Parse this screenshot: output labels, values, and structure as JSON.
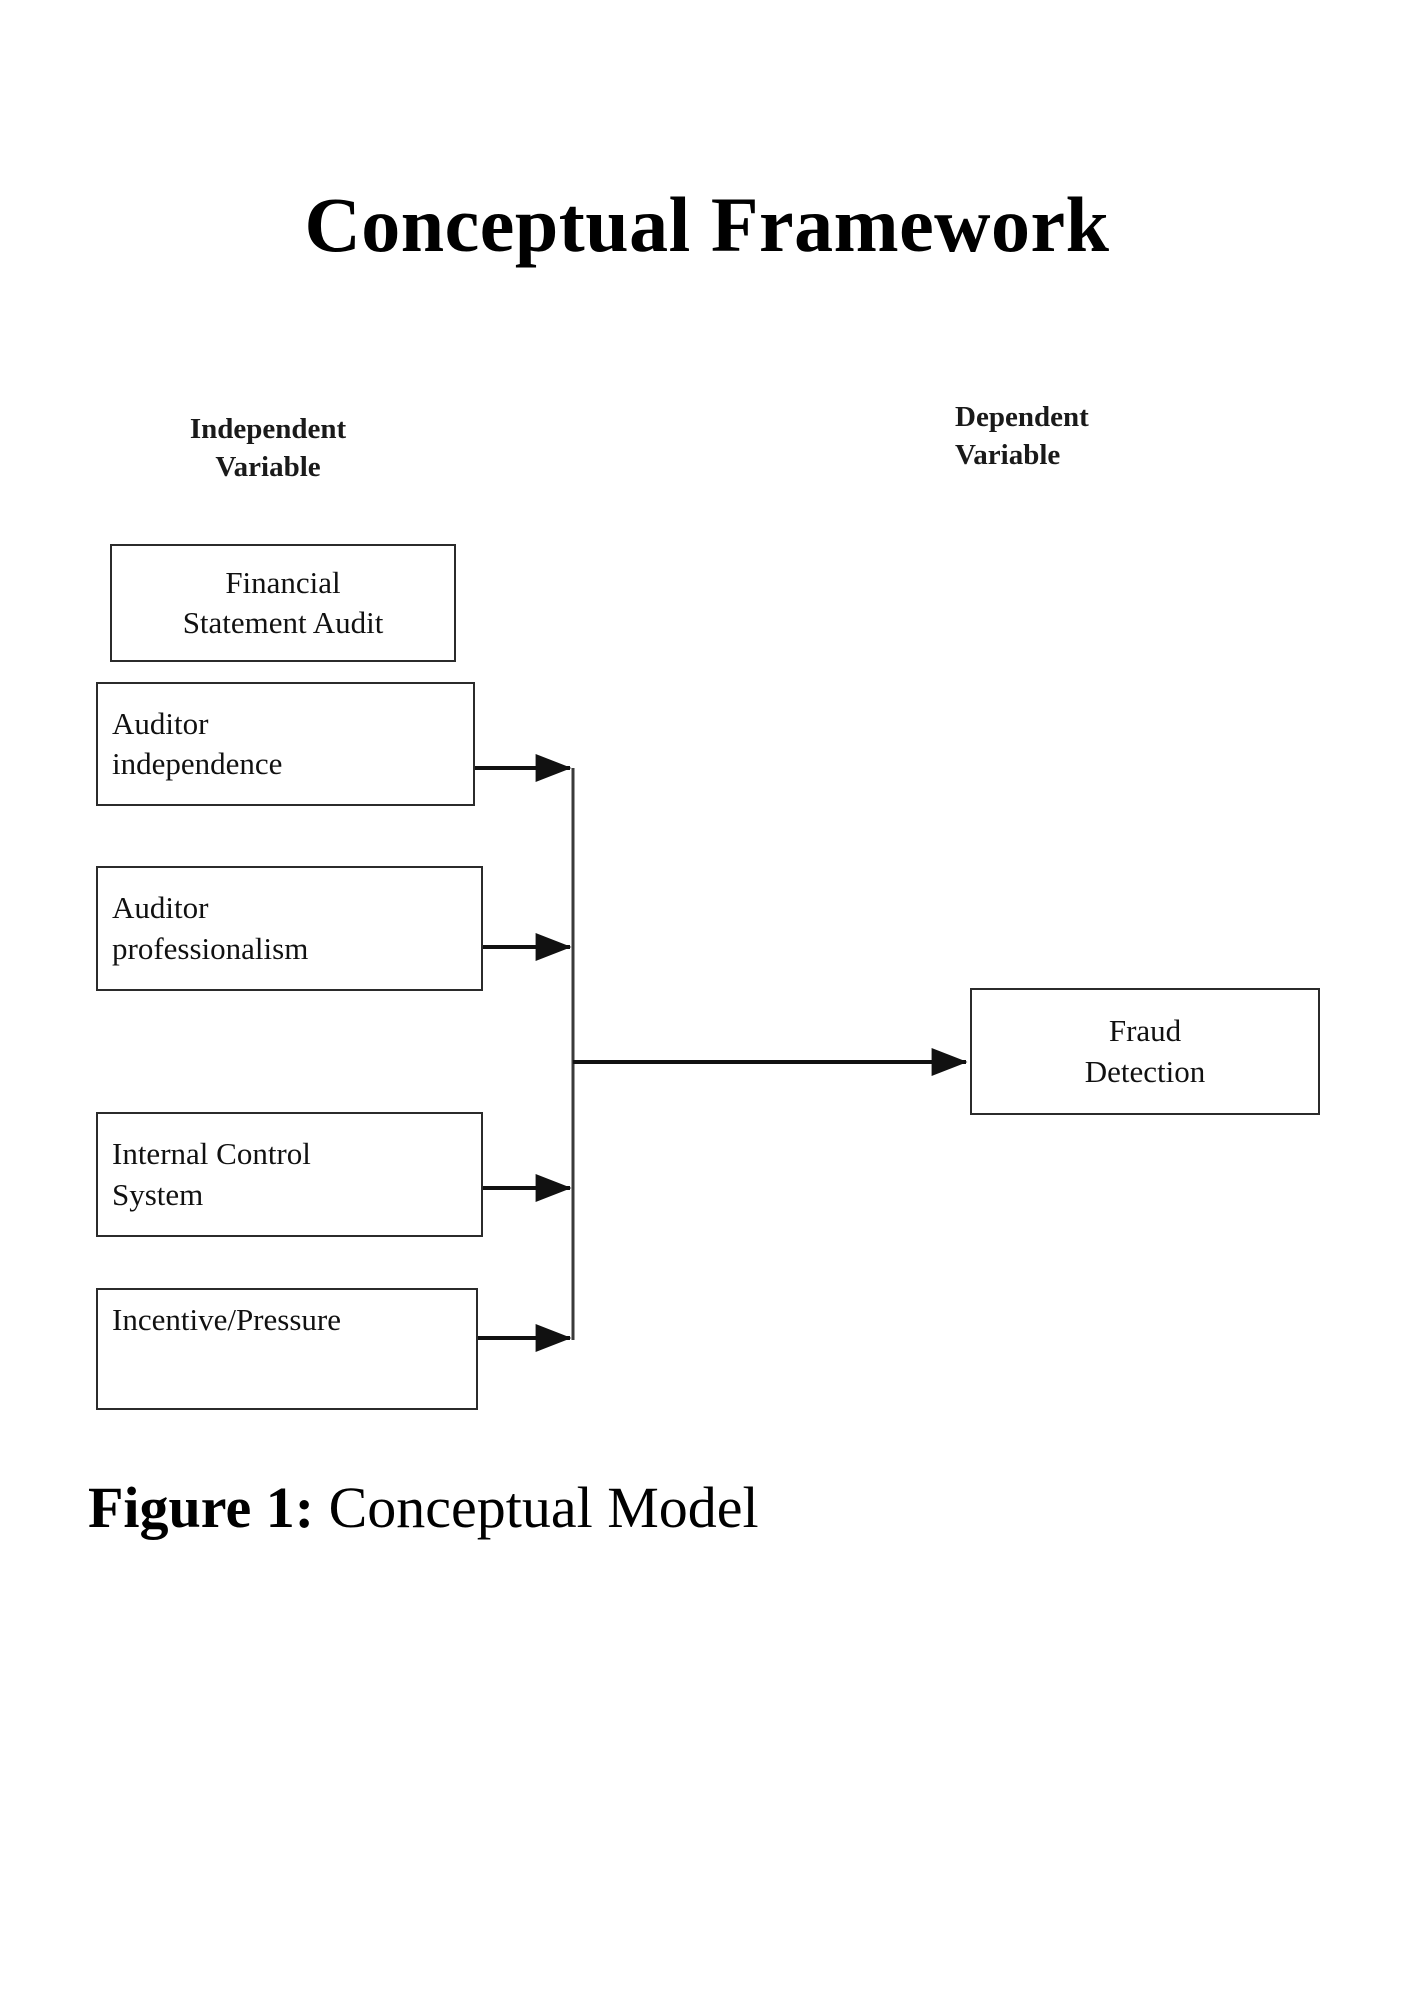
{
  "document": {
    "title": "Conceptual Framework"
  },
  "headings": {
    "independent": "Independent\nVariable",
    "independent_line1": "Independent",
    "independent_line2": "Variable",
    "dependent_line1": "Dependent",
    "dependent_line2": "Variable"
  },
  "diagram": {
    "independent_variables": [
      {
        "id": "financial-statement-audit",
        "label": "Financial\nStatement Audit",
        "align": "center",
        "has_arrow": false
      },
      {
        "id": "auditor-independence",
        "label": "Auditor\nindependence",
        "align": "left",
        "has_arrow": true
      },
      {
        "id": "auditor-professionalism",
        "label": "Auditor\nprofessionalism",
        "align": "left",
        "has_arrow": true
      },
      {
        "id": "internal-control-system",
        "label": "Internal Control\nSystem",
        "align": "left",
        "has_arrow": true
      },
      {
        "id": "incentive-pressure",
        "label": "Incentive/Pressure",
        "align": "left",
        "has_arrow": true
      }
    ],
    "dependent_variable": {
      "id": "fraud-detection",
      "label": "Fraud\nDetection",
      "align": "center"
    },
    "box_labels": {
      "financial_statement_audit": "Financial Statement Audit",
      "auditor_independence": "Auditor independence",
      "auditor_professionalism": "Auditor professionalism",
      "internal_control_system": "Internal Control System",
      "incentive_pressure": "Incentive/Pressure",
      "fraud_detection": "Fraud Detection"
    },
    "colors": {
      "box_border": "#2b2b2b",
      "connector": "#1a1a1a",
      "text": "#111111",
      "background": "#ffffff"
    },
    "connector_count": 5,
    "arrow_targets": "Fraud Detection"
  },
  "caption": {
    "label": "Figure 1:",
    "text": " Conceptual Model"
  }
}
